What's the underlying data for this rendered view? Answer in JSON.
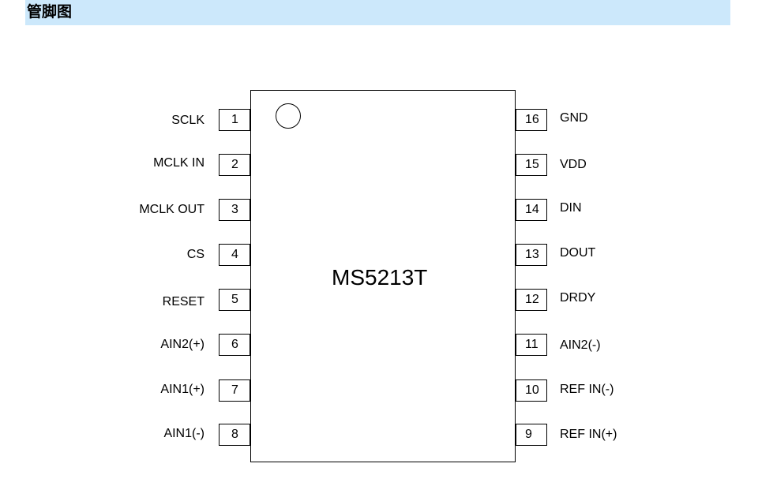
{
  "header": {
    "title": "管脚图"
  },
  "chip": {
    "name": "MS5213T"
  },
  "left_pins": [
    {
      "number": "1",
      "label": "SCLK"
    },
    {
      "number": "2",
      "label": "MCLK IN"
    },
    {
      "number": "3",
      "label": "MCLK OUT"
    },
    {
      "number": "4",
      "label": "CS"
    },
    {
      "number": "5",
      "label": "RESET"
    },
    {
      "number": "6",
      "label": "AIN2(+)"
    },
    {
      "number": "7",
      "label": "AIN1(+)"
    },
    {
      "number": "8",
      "label": "AIN1(-)"
    }
  ],
  "right_pins": [
    {
      "number": "16",
      "label": "GND"
    },
    {
      "number": "15",
      "label": "VDD"
    },
    {
      "number": "14",
      "label": "DIN"
    },
    {
      "number": "13",
      "label": "DOUT"
    },
    {
      "number": "12",
      "label": "DRDY"
    },
    {
      "number": "11",
      "label": "AIN2(-)"
    },
    {
      "number": "10",
      "label": "REF IN(-)"
    },
    {
      "number": "9",
      "label": "REF IN(+)"
    }
  ]
}
